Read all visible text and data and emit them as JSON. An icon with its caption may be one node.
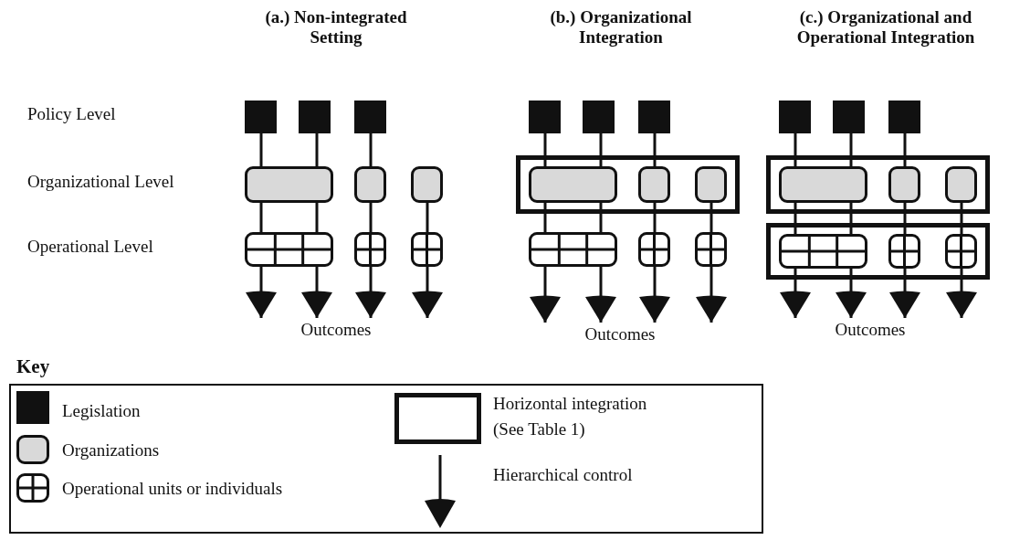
{
  "diagram": {
    "nodes": [
      {
        "text": [],
        "shape": "box"
      },
      {
        "text": [],
        "shape": "box"
      },
      {
        "text": [],
        "shape": "box"
      },
      {
        "text": [],
        "shape": "box"
      },
      {
        "text": [],
        "shape": "box"
      },
      {
        "text": [],
        "shape": "box"
      },
      {
        "text": [],
        "shape": "box"
      },
      {
        "text": [],
        "shape": "box"
      },
      {
        "text": [],
        "shape": "box"
      },
      {
        "text": [
          "Outcomes"
        ]
      },
      {
        "text": [],
        "shape": "box"
      },
      {
        "text": [],
        "shape": "box"
      },
      {
        "text": [],
        "shape": "box"
      },
      {
        "text": [],
        "shape": "box"
      },
      {
        "text": [],
        "shape": "box",
        "in": 13
      },
      {
        "text": [],
        "shape": "box",
        "in": 13
      },
      {
        "text": [],
        "shape": "box",
        "in": 13
      },
      {
        "text": [],
        "shape": "box"
      },
      {
        "text": [],
        "shape": "box"
      },
      {
        "text": [],
        "shape": "box"
      },
      {
        "text": [
          "Outcomes"
        ]
      },
      {
        "text": [],
        "shape": "box"
      },
      {
        "text": [],
        "shape": "box"
      },
      {
        "text": [],
        "shape": "box"
      },
      {
        "text": [],
        "shape": "box"
      },
      {
        "text": [],
        "shape": "box",
        "in": 24
      },
      {
        "text": [],
        "shape": "box",
        "in": 24
      },
      {
        "text": [],
        "shape": "box",
        "in": 24
      },
      {
        "text": [],
        "shape": "box"
      },
      {
        "text": [],
        "shape": "box",
        "in": 28
      },
      {
        "text": [],
        "shape": "box",
        "in": 28
      },
      {
        "text": [],
        "shape": "box",
        "in": 28
      },
      {
        "text": [
          "Outcomes"
        ]
      }
    ],
    "edges": [
      {
        "from": 0,
        "to": 3,
        "arrow": "none"
      },
      {
        "from": 1,
        "to": 3,
        "arrow": "none"
      },
      {
        "from": 2,
        "to": 4,
        "arrow": "none"
      },
      {
        "from": 3,
        "to": 6,
        "arrow": "none"
      },
      {
        "from": 3,
        "to": 6,
        "arrow": "none"
      },
      {
        "from": 4,
        "to": 7,
        "arrow": "none"
      },
      {
        "from": 5,
        "to": 8,
        "arrow": "none"
      },
      {
        "from": 6,
        "to": 9,
        "arrow": "to"
      },
      {
        "from": 6,
        "to": 9,
        "arrow": "to"
      },
      {
        "from": 7,
        "to": 9,
        "arrow": "to"
      },
      {
        "from": 8,
        "to": 9,
        "arrow": "to"
      },
      {
        "from": 10,
        "to": 14,
        "arrow": "none"
      },
      {
        "from": 11,
        "to": 14,
        "arrow": "none"
      },
      {
        "from": 12,
        "to": 15,
        "arrow": "none"
      },
      {
        "from": 14,
        "to": 17,
        "arrow": "none"
      },
      {
        "from": 14,
        "to": 17,
        "arrow": "none"
      },
      {
        "from": 15,
        "to": 18,
        "arrow": "none"
      },
      {
        "from": 16,
        "to": 19,
        "arrow": "none"
      },
      {
        "from": 17,
        "to": 20,
        "arrow": "to"
      },
      {
        "from": 17,
        "to": 20,
        "arrow": "to"
      },
      {
        "from": 18,
        "to": 20,
        "arrow": "to"
      },
      {
        "from": 19,
        "to": 20,
        "arrow": "to"
      },
      {
        "from": 21,
        "to": 25,
        "arrow": "none"
      },
      {
        "from": 22,
        "to": 25,
        "arrow": "none"
      },
      {
        "from": 23,
        "to": 26,
        "arrow": "none"
      },
      {
        "from": 25,
        "to": 29,
        "arrow": "none"
      },
      {
        "from": 25,
        "to": 29,
        "arrow": "none"
      },
      {
        "from": 26,
        "to": 30,
        "arrow": "none"
      },
      {
        "from": 27,
        "to": 31,
        "arrow": "none"
      },
      {
        "from": 29,
        "to": 32,
        "arrow": "to"
      },
      {
        "from": 29,
        "to": 32,
        "arrow": "to"
      },
      {
        "from": 30,
        "to": 32,
        "arrow": "to"
      },
      {
        "from": 31,
        "to": 32,
        "arrow": "to"
      }
    ],
    "labels": [
      "(a.) Non-integrated Setting",
      "(b.) Organizational Integration",
      "(c.) Organizational and Operational Integration",
      "Policy Level",
      "Organizational Level",
      "Operational Level",
      "Key"
    ],
    "legend": [
      {
        "text": "Legislation"
      },
      {
        "text": "Organizations"
      },
      {
        "text": "Operational units or individuals"
      },
      {
        "text": "Horizontal integration (See Table 1)"
      },
      {
        "text": "Hierarchical control"
      }
    ]
  }
}
